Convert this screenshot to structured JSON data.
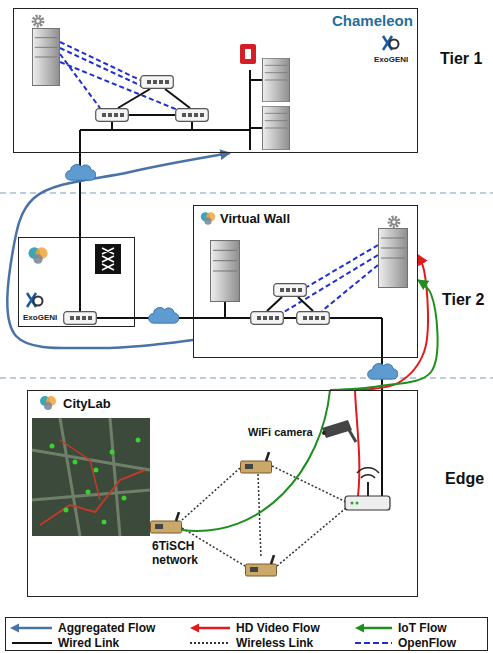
{
  "diagram": {
    "nodes": [
      {
        "text": [
          "Chameleon",
          "ExoGENI"
        ]
      },
      {
        "text": [
          "ExoGENI"
        ]
      },
      {
        "text": [
          "Virtual Wall"
        ]
      },
      {
        "text": [
          "CityLab"
        ]
      }
    ],
    "edges": [
      {
        "from": 0,
        "to": 1,
        "arrow": "none"
      },
      {
        "from": 1,
        "to": 2,
        "arrow": "none"
      },
      {
        "from": 2,
        "to": 3,
        "arrow": "none"
      },
      {
        "from": 2,
        "to": 0,
        "arrow": "to"
      },
      {
        "from": 3,
        "to": 2,
        "arrow": "to"
      },
      {
        "from": 3,
        "to": 2,
        "arrow": "to"
      }
    ],
    "labels": [
      "Tier 1",
      "Tier 2",
      "Edge",
      "WiFi camera",
      "6TiSCH network"
    ],
    "legend": [
      {
        "text": "Aggregated Flow"
      },
      {
        "text": "HD Video Flow"
      },
      {
        "text": "IoT Flow"
      },
      {
        "text": "Wired Link"
      },
      {
        "text": "Wireless Link"
      },
      {
        "text": "OpenFlow"
      }
    ]
  }
}
